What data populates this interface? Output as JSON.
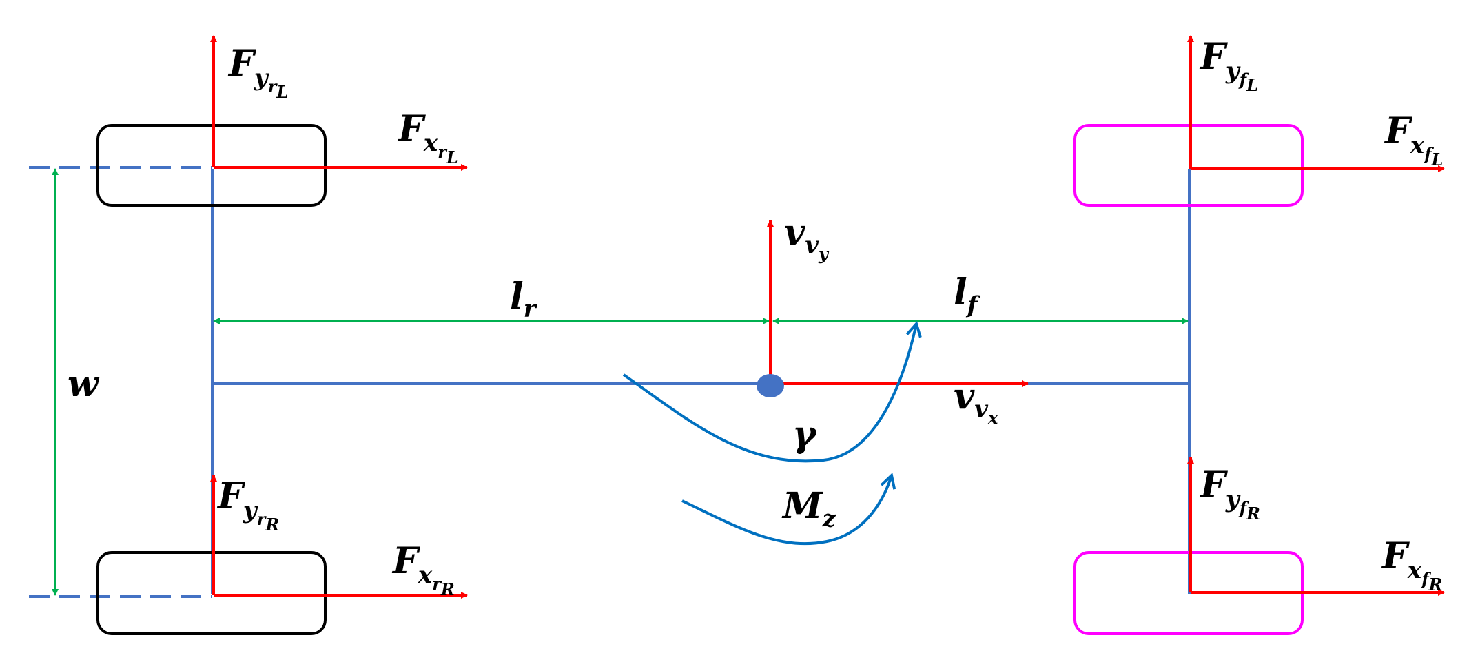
{
  "colors": {
    "axle": "#4472C4",
    "force": "#FF0000",
    "dimension": "#00B050",
    "rotation": "#0070C0",
    "rear_wheel": "#000000",
    "front_wheel": "#FF00FF",
    "cog": "#4472C4"
  },
  "labels": {
    "fy_rl": {
      "main": "F",
      "sub": "y",
      "subsub": "r",
      "subsubsub": "L"
    },
    "fx_rl": {
      "main": "F",
      "sub": "x",
      "subsub": "r",
      "subsubsub": "L"
    },
    "fy_rr": {
      "main": "F",
      "sub": "y",
      "subsub": "r",
      "subsubsub": "R"
    },
    "fx_rr": {
      "main": "F",
      "sub": "x",
      "subsub": "r",
      "subsubsub": "R"
    },
    "fy_fl": {
      "main": "F",
      "sub": "y",
      "subsub": "f",
      "subsubsub": "L"
    },
    "fx_fl": {
      "main": "F",
      "sub": "x",
      "subsub": "f",
      "subsubsub": "L"
    },
    "fy_fr": {
      "main": "F",
      "sub": "y",
      "subsub": "f",
      "subsubsub": "R"
    },
    "fx_fr": {
      "main": "F",
      "sub": "x",
      "subsub": "f",
      "subsubsub": "R"
    },
    "vvy": {
      "main": "v",
      "sub": "v",
      "subsub": "y"
    },
    "vvx": {
      "main": "v",
      "sub": "v",
      "subsub": "x"
    },
    "lr": {
      "main": "l",
      "sub": "r"
    },
    "lf": {
      "main": "l",
      "sub": "f"
    },
    "w": {
      "main": "w"
    },
    "gamma": {
      "main": "γ"
    },
    "mz": {
      "main": "M",
      "sub": "z"
    }
  }
}
